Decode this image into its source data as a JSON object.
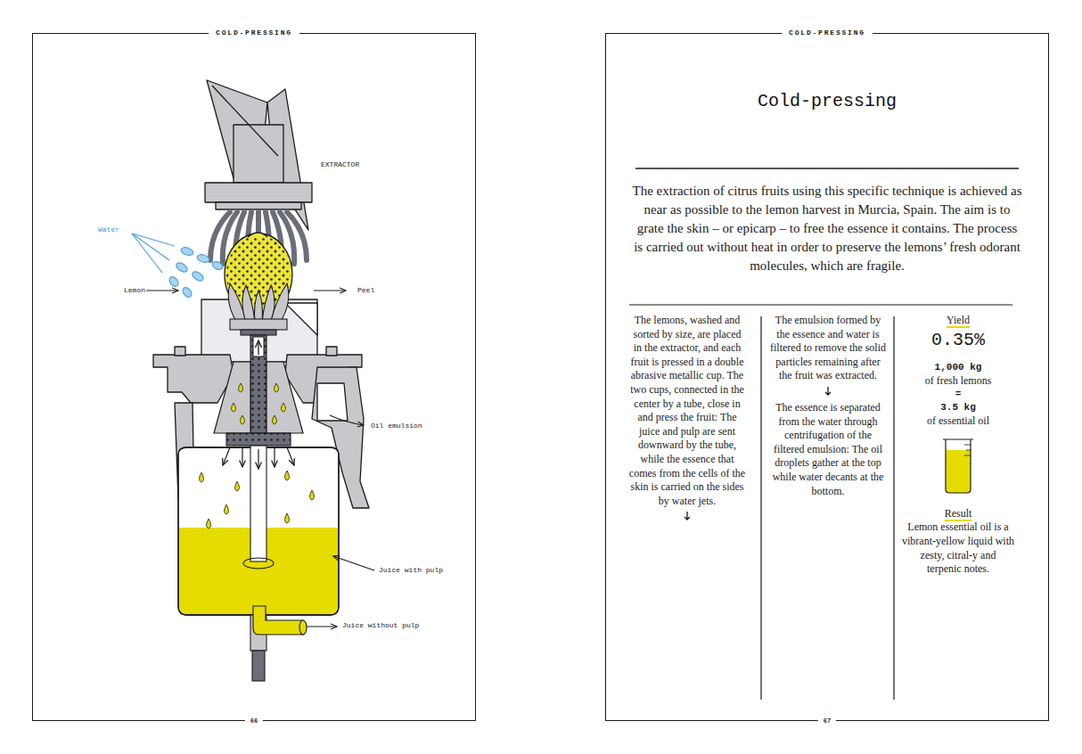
{
  "diagram": {
    "title": "Cold-pressing",
    "nodes": [
      {
        "text": [
          "COLD-PRESSING",
          "66"
        ]
      },
      {
        "text": [
          "COLD-PRESSING",
          "67"
        ]
      }
    ],
    "edges": [],
    "labels": [
      "EXTRACTOR",
      "Water",
      "Lemon",
      "Peel",
      "Oil emulsion",
      "Juice with pulp",
      "Juice without pulp",
      "The extraction of citrus fruits using this specific technique is achieved as near as possible to the lemon harvest in Murcia, Spain. The aim is to grate the skin – or epicarp – to free the essence it contains. The process is carried out without heat in order to preserve the lemons’ fresh odorant molecules, which are fragile.",
      "The lemons, washed and sorted by size, are placed in the extractor, and each fruit is pressed in a double abrasive metallic cup. The two cups, connected in the center by a tube, close in and press the fruit: The juice and pulp are sent downward by the tube, while the essence that comes from the cells of the skin is carried on the sides by water jets.",
      "The emulsion formed by the essence and water is filtered to remove the solid particles remaining after the fruit was extracted.",
      "The essence is separated from the water through centrifugation of the filtered emulsion: The oil droplets gather at the top while water decants at the bottom.",
      "Yield",
      "0.35%",
      "1,000 kg",
      "of fresh lemons",
      "=",
      "3.5 kg",
      "of essential oil",
      "Result",
      "Lemon essential oil is a vibrant-yellow liquid with zesty, citral-y and terpenic notes."
    ]
  }
}
